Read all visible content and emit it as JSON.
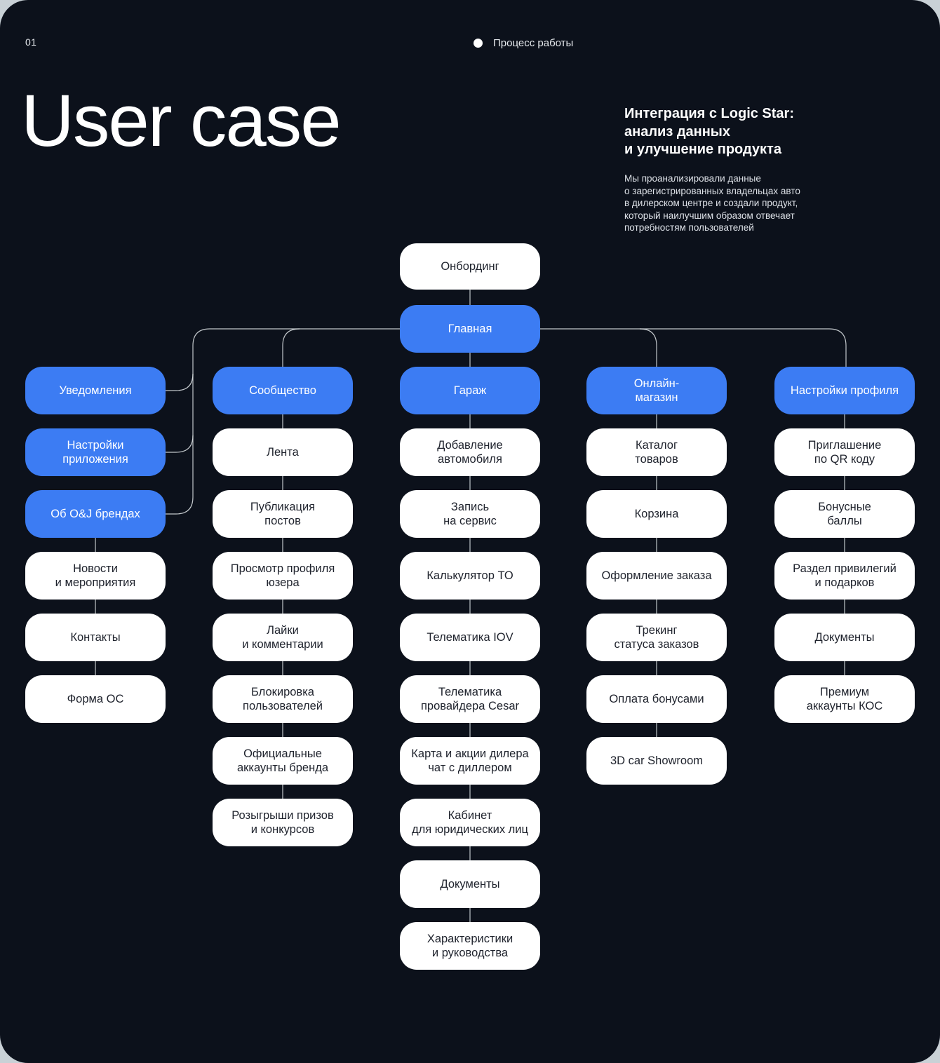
{
  "page": {
    "index": "01",
    "tag": "Процесс работы"
  },
  "title": "User case",
  "aside": {
    "heading": "Интеграция с Logic Star:\nанализ данных\nи улучшение продукта",
    "body": "Мы проанализировали данные\nо зарегистрированных владельцах авто\nв дилерском центре и создали продукт,\nкоторый наилучшим образом отвечает\nпотребностям пользователей"
  },
  "colors": {
    "accent_blue": "#3c7cf3",
    "card_background": "#0c111b",
    "node_background": "#ffffff",
    "connector_line": "#e3e7ea"
  },
  "diagram": {
    "root": {
      "label": "Онбординг",
      "type": "white"
    },
    "main": {
      "label": "Главная",
      "type": "blue"
    },
    "columns": [
      {
        "name": "notifications",
        "nodes": [
          {
            "label": "Уведомления",
            "type": "blue"
          },
          {
            "label": "Настройки\nприложения",
            "type": "blue"
          },
          {
            "label": "Об O&J брендах",
            "type": "blue"
          },
          {
            "label": "Новости\nи мероприятия",
            "type": "white"
          },
          {
            "label": "Контакты",
            "type": "white"
          },
          {
            "label": "Форма ОС",
            "type": "white"
          }
        ]
      },
      {
        "name": "community",
        "nodes": [
          {
            "label": "Сообщество",
            "type": "blue"
          },
          {
            "label": "Лента",
            "type": "white"
          },
          {
            "label": "Публикация\nпостов",
            "type": "white"
          },
          {
            "label": "Просмотр профиля\nюзера",
            "type": "white"
          },
          {
            "label": "Лайки\nи комментарии",
            "type": "white"
          },
          {
            "label": "Блокировка\nпользователей",
            "type": "white"
          },
          {
            "label": "Официальные\nаккаунты бренда",
            "type": "white"
          },
          {
            "label": "Розыгрыши призов\nи конкурсов",
            "type": "white"
          }
        ]
      },
      {
        "name": "garage",
        "nodes": [
          {
            "label": "Гараж",
            "type": "blue"
          },
          {
            "label": "Добавление\nавтомобиля",
            "type": "white"
          },
          {
            "label": "Запись\nна сервис",
            "type": "white"
          },
          {
            "label": "Калькулятор ТО",
            "type": "white"
          },
          {
            "label": "Телематика IOV",
            "type": "white"
          },
          {
            "label": "Телематика\nпровайдера Cesar",
            "type": "white"
          },
          {
            "label": "Карта и акции дилера\nчат с диллером",
            "type": "white"
          },
          {
            "label": "Кабинет\nдля юридических лиц",
            "type": "white"
          },
          {
            "label": "Документы",
            "type": "white"
          },
          {
            "label": "Характеристики\nи руководства",
            "type": "white"
          }
        ]
      },
      {
        "name": "online-store",
        "nodes": [
          {
            "label": "Онлайн-\nмагазин",
            "type": "blue"
          },
          {
            "label": "Каталог\nтоваров",
            "type": "white"
          },
          {
            "label": "Корзина",
            "type": "white"
          },
          {
            "label": "Оформление заказа",
            "type": "white"
          },
          {
            "label": "Трекинг\nстатуса заказов",
            "type": "white"
          },
          {
            "label": "Оплата бонусами",
            "type": "white"
          },
          {
            "label": "3D car Showroom",
            "type": "white"
          }
        ]
      },
      {
        "name": "profile-settings",
        "nodes": [
          {
            "label": "Настройки профиля",
            "type": "blue"
          },
          {
            "label": "Приглашение\nпо QR коду",
            "type": "white"
          },
          {
            "label": "Бонусные\nбаллы",
            "type": "white"
          },
          {
            "label": "Раздел привилегий\nи подарков",
            "type": "white"
          },
          {
            "label": "Документы",
            "type": "white"
          },
          {
            "label": "Премиум\nаккаунты КОС",
            "type": "white"
          }
        ]
      }
    ]
  }
}
